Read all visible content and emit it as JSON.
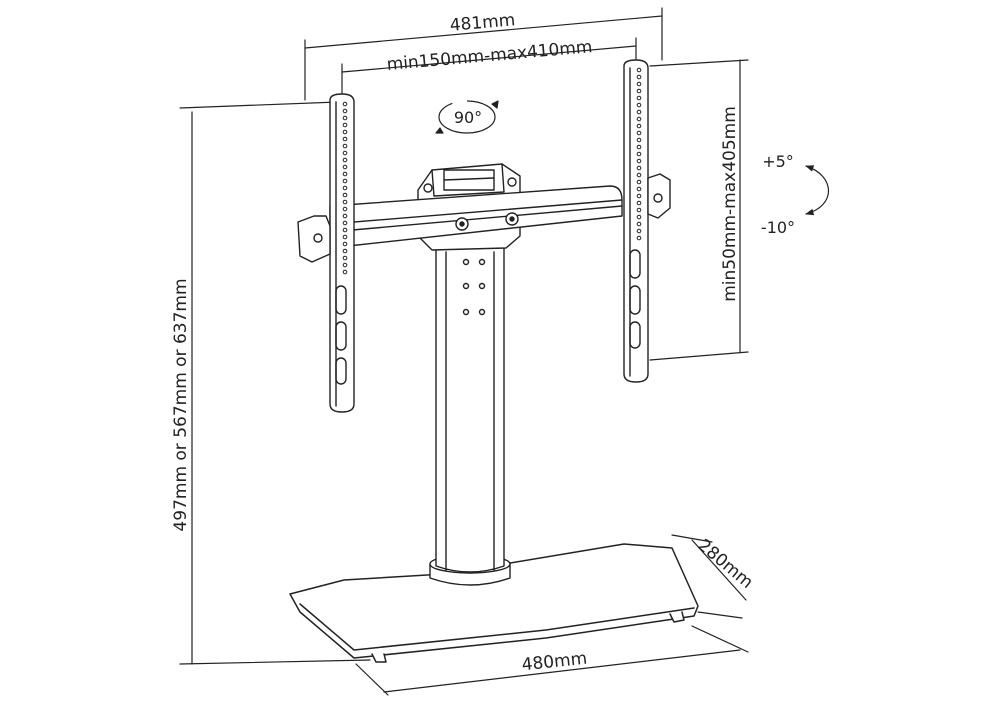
{
  "dimensions": {
    "width_top": "481mm",
    "vesa_horizontal": "min150mm-max410mm",
    "vesa_vertical": "min50mm-max405mm",
    "height": "497mm or 567mm or 637mm",
    "base_depth": "280mm",
    "base_width": "480mm"
  },
  "rotation": {
    "swivel": "90°",
    "tilt_up": "+5°",
    "tilt_down": "-10°"
  }
}
